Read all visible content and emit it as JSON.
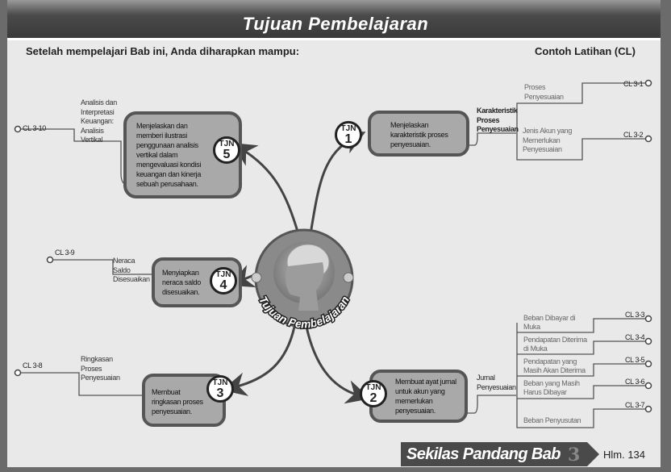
{
  "title": "Tujuan Pembelajaran",
  "intro": "Setelah mempelajari Bab ini, Anda diharapkan mampu:",
  "cl_header": "Contoh Latihan (CL)",
  "center_label": "Tujuan Pembelajaran",
  "tjn_label": "TJN",
  "objectives": [
    {
      "num": "1",
      "text": "Menjelaskan karakteristik proses penyesuaian.",
      "topic": "Karakteristik Proses Penyesuaian",
      "subs": [
        {
          "text": "Proses Penyesuaian",
          "cl": "CL 3-1"
        },
        {
          "text": "Jenis Akun yang Memerlukan Penyesuaian",
          "cl": "CL 3-2"
        }
      ]
    },
    {
      "num": "2",
      "text": "Membuat ayat jurnal untuk akun yang memerlukan penyesuaian.",
      "topic": "Jurnal Penyesuaian",
      "subs": [
        {
          "text": "Beban Dibayar di Muka",
          "cl": "CL 3-3"
        },
        {
          "text": "Pendapatan Diterima di Muka",
          "cl": "CL 3-4"
        },
        {
          "text": "Pendapatan yang Masih Akan Diterima",
          "cl": "CL 3-5"
        },
        {
          "text": "Beban yang Masih Harus Dibayar",
          "cl": "CL 3-6"
        },
        {
          "text": "Beban Penyusutan",
          "cl": "CL 3-7"
        }
      ]
    },
    {
      "num": "3",
      "text": "Membuat ringkasan proses penyesuaian.",
      "topic": "Ringkasan Proses Penyesuaian",
      "cl": "CL 3-8"
    },
    {
      "num": "4",
      "text": "Menyiapkan neraca saldo disesuaikan.",
      "topic": "Neraca Saldo Disesuaikan",
      "cl": "CL 3-9"
    },
    {
      "num": "5",
      "text": "Menjelaskan dan memberi ilustrasi penggunaan analisis vertikal dalam mengevaluasi kondisi keuangan dan kinerja sebuah perusahaan.",
      "topic": "Analisis dan Interpretasi Keuangan: Analisis Vertikal",
      "cl": "CL 3-10"
    }
  ],
  "footer": {
    "label": "Sekilas Pandang Bab",
    "chapter": "3",
    "page": "Hlm. 134"
  }
}
